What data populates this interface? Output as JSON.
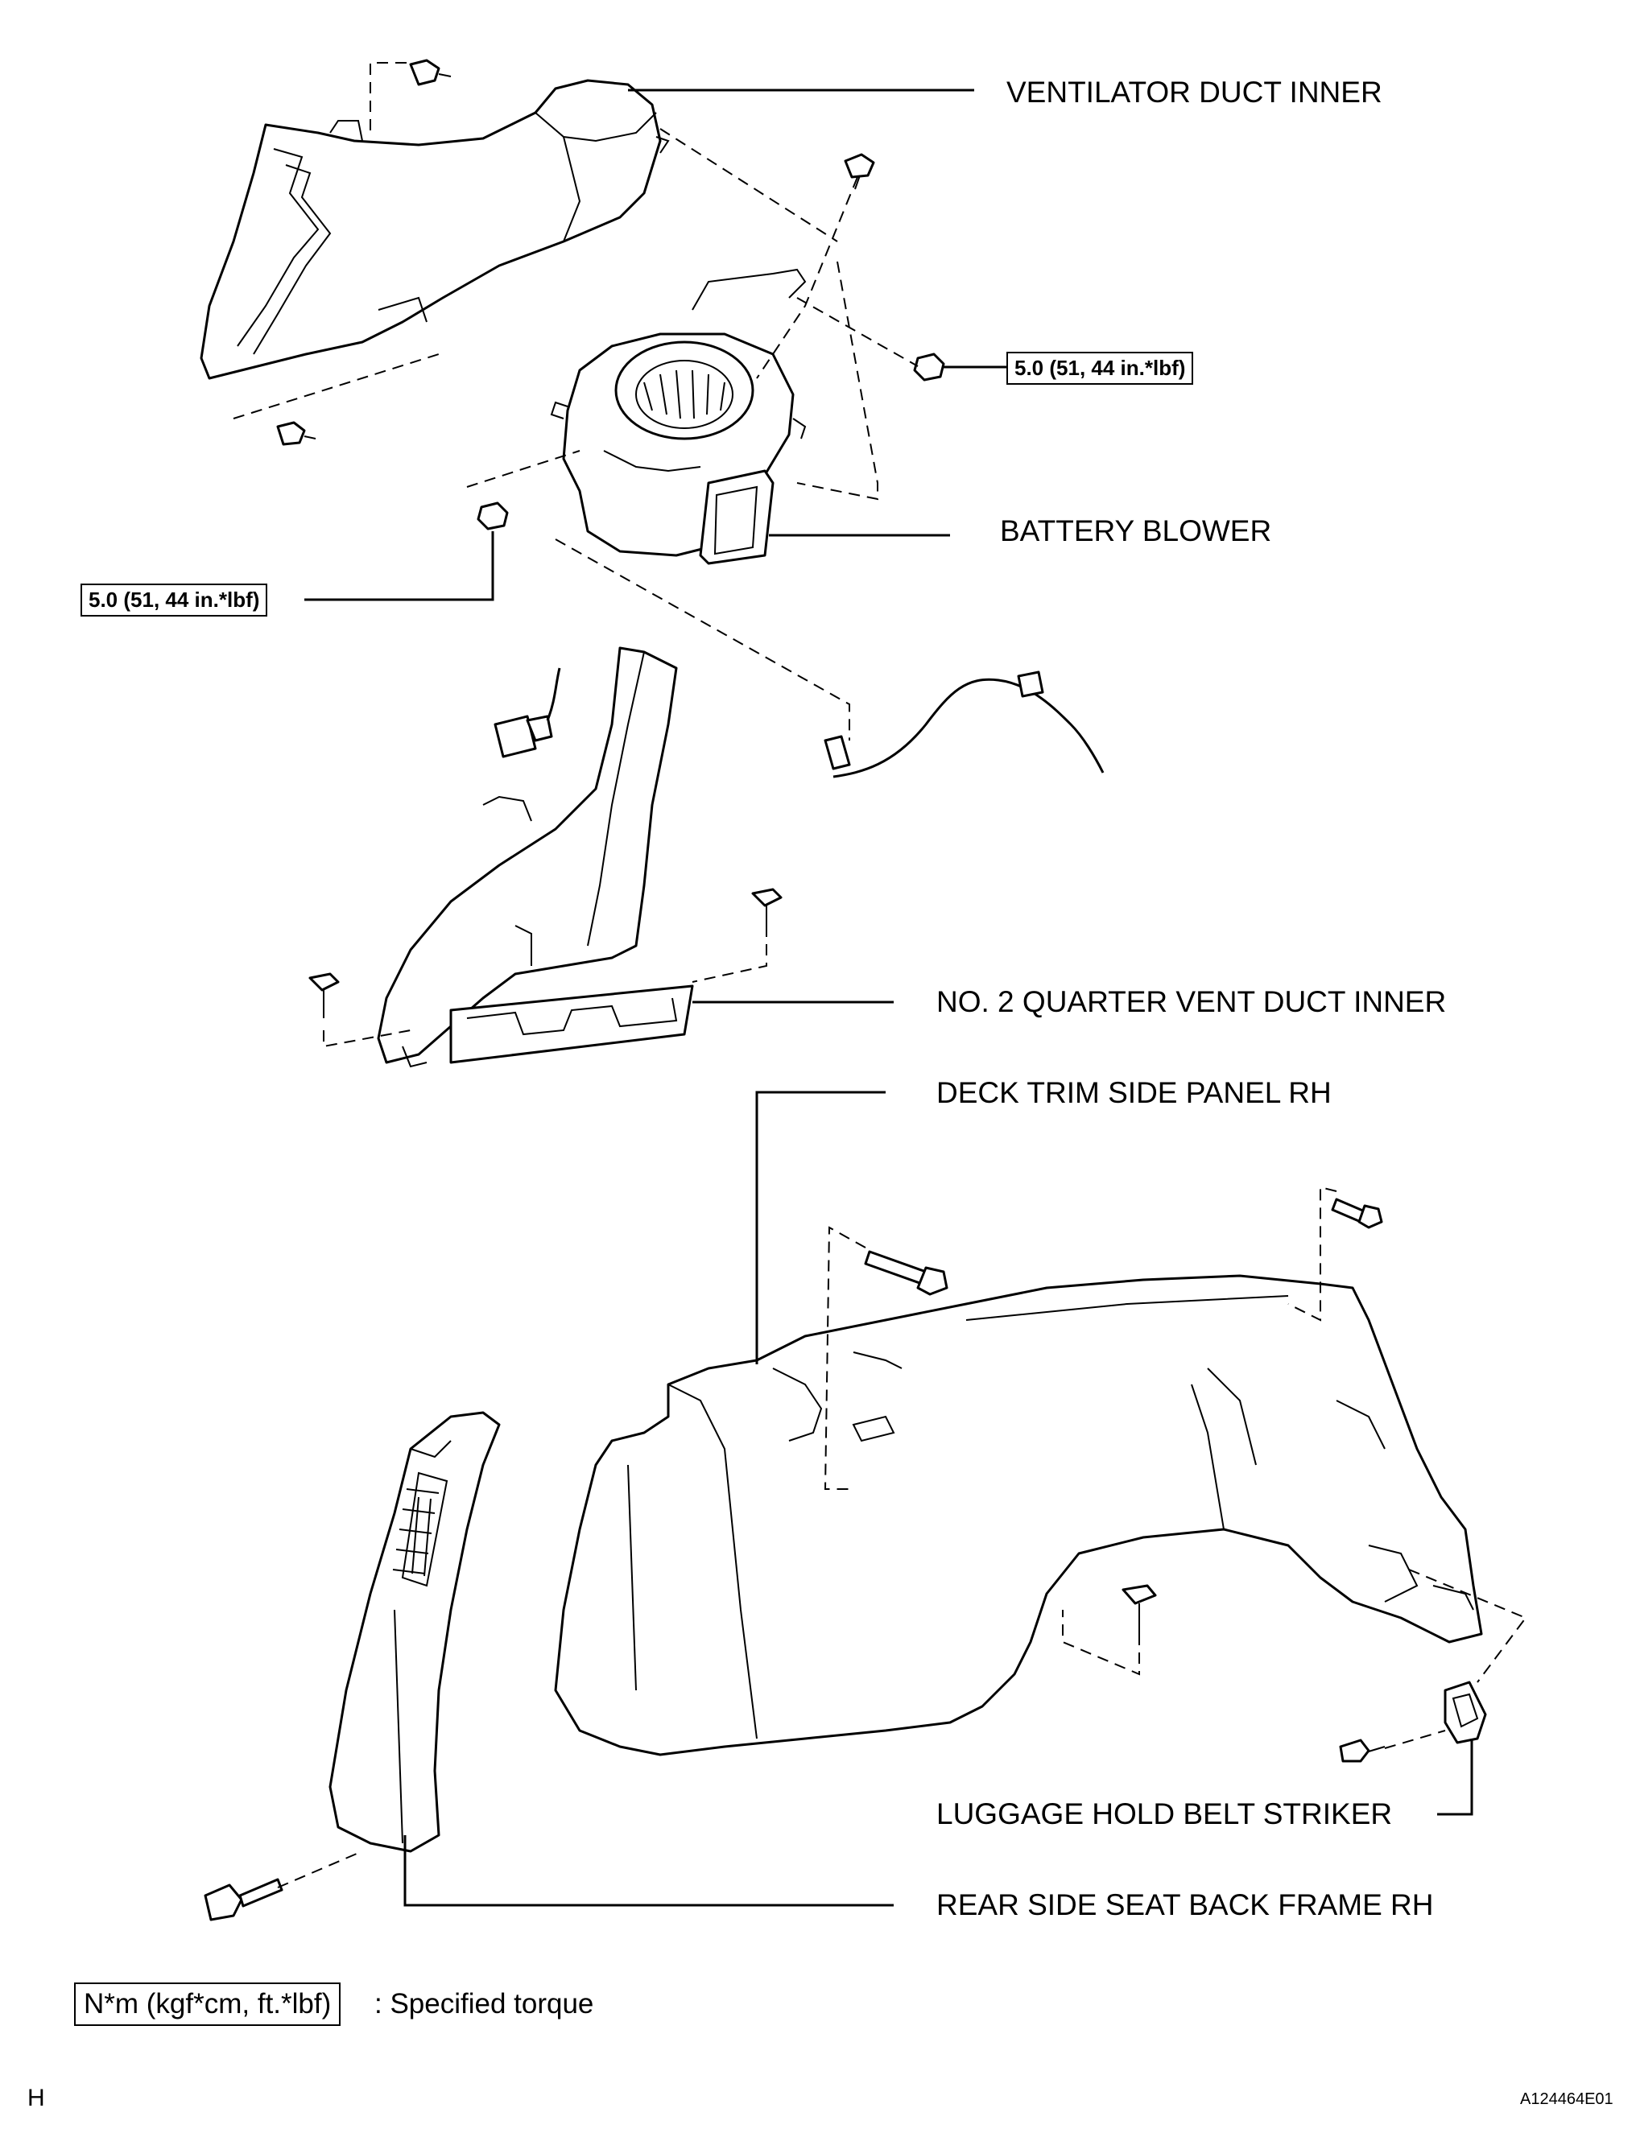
{
  "labels": {
    "ventilator_duct_inner": "VENTILATOR DUCT INNER",
    "battery_blower": "BATTERY BLOWER",
    "no2_quarter_vent_duct_inner": "NO. 2 QUARTER VENT DUCT INNER",
    "deck_trim_side_panel_rh": "DECK TRIM SIDE PANEL RH",
    "luggage_hold_belt_striker": "LUGGAGE HOLD BELT STRIKER",
    "rear_side_seat_back_frame_rh": "REAR SIDE SEAT BACK FRAME RH"
  },
  "torque": {
    "blower_nut_right": "5.0 (51, 44 in.*lbf)",
    "blower_nut_left": "5.0 (51, 44 in.*lbf)"
  },
  "legend": {
    "unit_box": "N*m (kgf*cm, ft.*lbf)",
    "meaning": ": Specified torque"
  },
  "footer": {
    "left_code": "H",
    "figure_id": "A124464E01"
  }
}
